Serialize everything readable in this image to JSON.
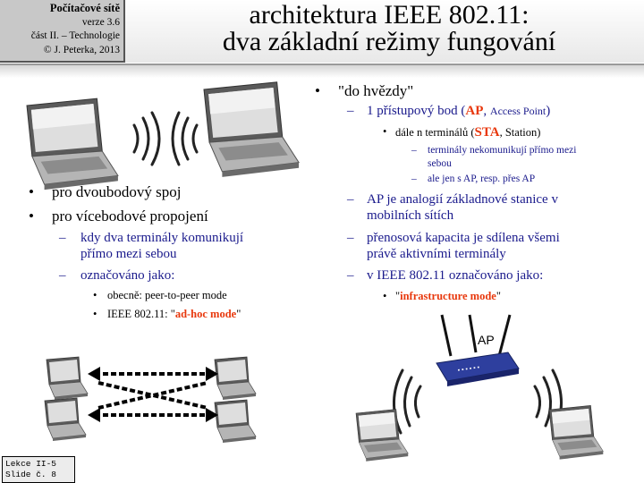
{
  "header": {
    "course": "Počítačové sítě",
    "version": "verze 3.6",
    "part": "část II. – Technologie",
    "author": "© J. Peterka, 2013",
    "title_line1": "architektura IEEE 802.11:",
    "title_line2": "dva základní režimy fungování"
  },
  "left": {
    "b1": "pro dvoubodový spoj",
    "b2": "pro vícebodové propojení",
    "s1a": "kdy dva terminály komunikují",
    "s1b": "přímo mezi sebou",
    "s2": "označováno jako:",
    "t1": "obecně: peer-to-peer mode",
    "t2_pre": "IEEE 802.11: \"",
    "t2_red": "ad-hoc mode",
    "t2_post": "\""
  },
  "right": {
    "b1": "\"do hvězdy\"",
    "s1_pre": "1 přístupový bod (",
    "s1_ap": "AP",
    "s1_mid": ", ",
    "s1_small": "Access Point",
    "s1_post": ")",
    "t1_pre": "dále n terminálů  (",
    "t1_sta": "STA",
    "t1_post": ",  Station)",
    "u1a": "terminály nekomunikují přímo mezi",
    "u1b": "sebou",
    "u2": "ale jen s AP, resp. přes AP",
    "s2a": "AP je analogií  základnové stanice v",
    "s2b": "mobilních  sítích",
    "s3a": "přenosová kapacita je sdílena všemi",
    "s3b": "právě aktivními terminály",
    "s4": "v IEEE 802.11 označováno jako:",
    "t2_pre": "\"",
    "t2_red": "infrastructure  mode",
    "t2_post": "\""
  },
  "ap_label": "AP",
  "footer": {
    "line1": "Lekce II-5",
    "line2": "Slide č. 8"
  },
  "colors": {
    "accent_blue": "#1a1a8c",
    "highlight_red": "#e8380d",
    "header_gray": "#c8c8c8"
  }
}
